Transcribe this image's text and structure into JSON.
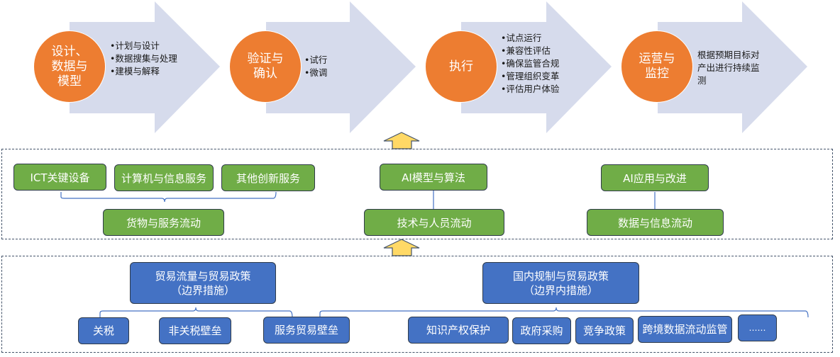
{
  "stages": [
    {
      "title_lines": [
        "设计、",
        "数据与",
        "模型"
      ],
      "bullets": [
        "计划与设计",
        "数据搜集与处理",
        "建模与解释"
      ]
    },
    {
      "title_lines": [
        "验证与",
        "确认"
      ],
      "bullets": [
        "试行",
        "微调"
      ]
    },
    {
      "title_lines": [
        "执行"
      ],
      "bullets": [
        "试点运行",
        "兼容性评估",
        "确保监管合规",
        "管理组织变革",
        "评估用户体验"
      ]
    },
    {
      "title_lines": [
        "运营与",
        "监控"
      ],
      "description": "根据预期目标对产出进行持续监测"
    }
  ],
  "flows": {
    "top_items": [
      "ICT关键设备",
      "计算机与信息服务",
      "其他创新服务",
      "AI模型与算法",
      "AI应用与改进"
    ],
    "bottom_items": [
      "货物与服务流动",
      "技术与人员流动",
      "数据与信息流动"
    ]
  },
  "policy": {
    "border": {
      "line1": "贸易流量与贸易政策",
      "line2": "（边界措施）"
    },
    "behind_border": {
      "line1": "国内规制与贸易政策",
      "line2": "（边界内措施）"
    },
    "items": [
      "关税",
      "非关税壁垒",
      "服务贸易壁垒",
      "知识产权保护",
      "政府采购",
      "竞争政策",
      "跨境数据流动监管",
      "……"
    ]
  },
  "colors": {
    "stage_arrow": "#d6dbec",
    "stage_circle": "#ed7d31",
    "flow_box": "#70ad47",
    "policy_box": "#4472c4",
    "up_arrow": "#ffd966",
    "connector": "#4472c4"
  }
}
